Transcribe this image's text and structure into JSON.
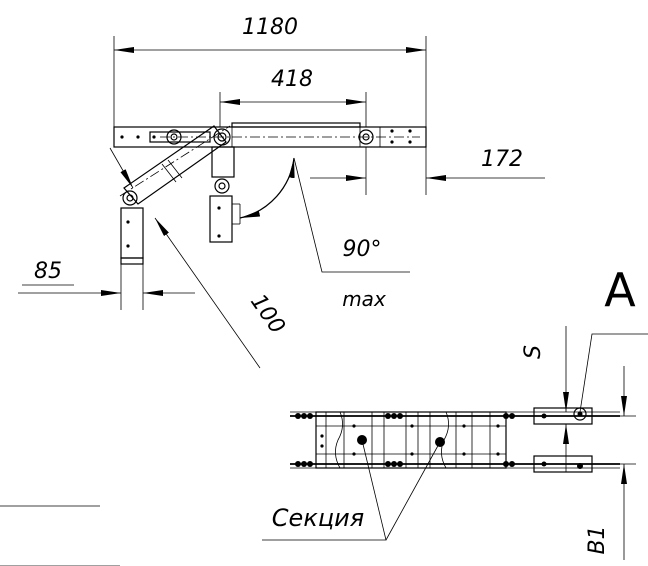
{
  "drawing": {
    "dimensions": {
      "overall_width": "1180",
      "inner_width": "418",
      "right_offset": "172",
      "left_offset": "85",
      "diagonal": "100"
    },
    "angle": {
      "value": "90°",
      "note": "max"
    },
    "view_label": "A",
    "labels": {
      "gap": "S",
      "width": "B1",
      "section": "Секция"
    }
  }
}
